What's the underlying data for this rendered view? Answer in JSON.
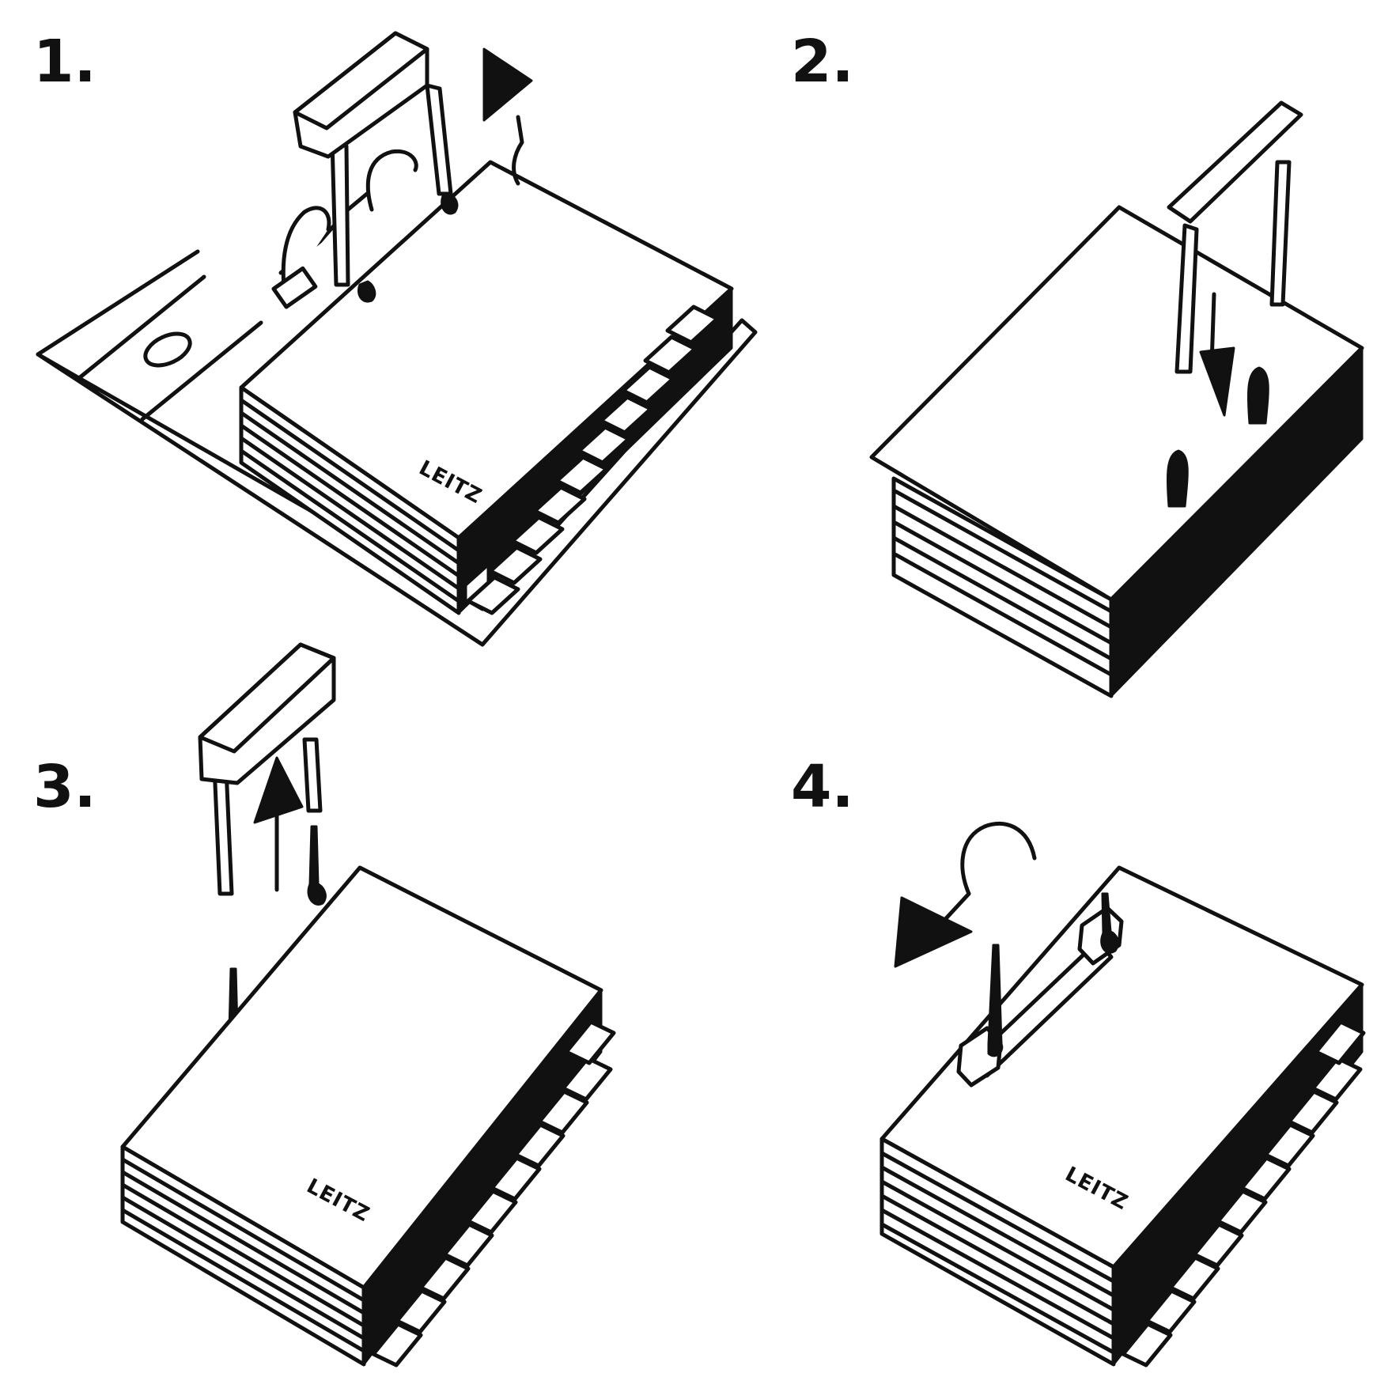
{
  "steps": [
    {
      "number": "1.",
      "brand": "LEITZ"
    },
    {
      "number": "2."
    },
    {
      "number": "3.",
      "brand": "LEITZ"
    },
    {
      "number": "4.",
      "brand": "LEITZ"
    }
  ],
  "colors": {
    "ink": "#111111",
    "paper": "#ffffff"
  },
  "icons": [
    "arrow-up-icon",
    "arrow-down-icon",
    "arrow-curved-down-left-icon"
  ]
}
